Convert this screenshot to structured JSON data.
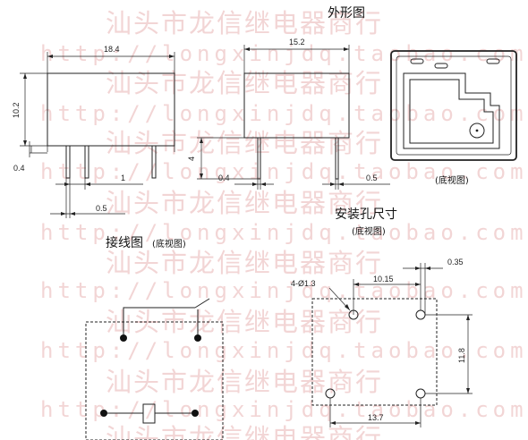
{
  "titles": {
    "outline": "外形图",
    "bottom_view": "(底视图)",
    "mounting": "安装孔尺寸",
    "mounting_view": "(底视图)",
    "wiring": "接线图",
    "wiring_view": "(底视图)"
  },
  "dimensions": {
    "front_width": "18.4",
    "front_height": "10.2",
    "pin_thickness": "0.4",
    "pin_spacing": "1",
    "pin_width": "0.5",
    "side_width": "15.2",
    "pin_length": "4",
    "side_pin_thickness": "0.4",
    "side_pin_width": "0.5",
    "hole_label": "4-Ø1.3",
    "hole_span_top": "10.15",
    "hole_offset": "0.35",
    "hole_vertical": "11.8",
    "hole_span_bottom": "13.7"
  },
  "watermark": {
    "zh": "汕头市龙信继电器商行",
    "en": "http://longxinjdq.taobao.com"
  }
}
